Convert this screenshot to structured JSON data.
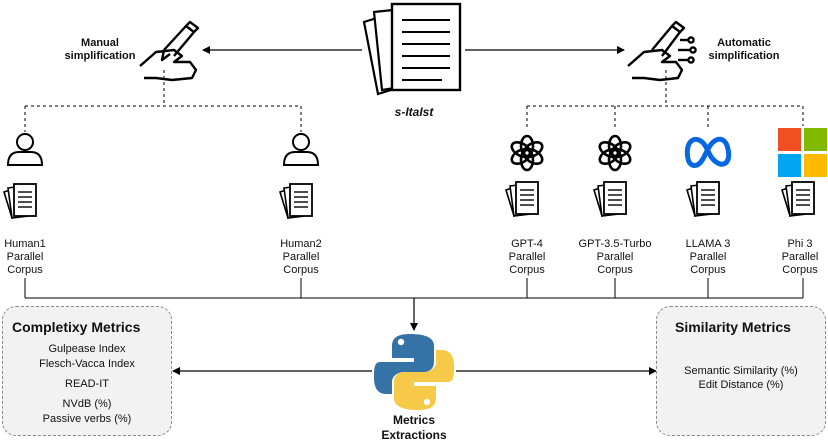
{
  "source": {
    "label": "s-ItaIst"
  },
  "branches": {
    "manual": {
      "label_line1": "Manual",
      "label_line2": "simplification"
    },
    "automatic": {
      "label_line1": "Automatic",
      "label_line2": "simplification"
    }
  },
  "corpora": [
    {
      "line1": "Human1",
      "line2": "Parallel",
      "line3": "Corpus",
      "icon": "person-icon"
    },
    {
      "line1": "Human2",
      "line2": "Parallel",
      "line3": "Corpus",
      "icon": "person-icon"
    },
    {
      "line1": "GPT-4",
      "line2": "Parallel",
      "line3": "Corpus",
      "icon": "openai-logo-icon"
    },
    {
      "line1": "GPT-3.5-Turbo",
      "line2": "Parallel",
      "line3": "Corpus",
      "icon": "openai-logo-icon"
    },
    {
      "line1": "LLAMA 3",
      "line2": "Parallel",
      "line3": "Corpus",
      "icon": "meta-logo-icon"
    },
    {
      "line1": "Phi 3",
      "line2": "Parallel",
      "line3": "Corpus",
      "icon": "microsoft-logo-icon"
    }
  ],
  "complexity": {
    "title": "Completixy Metrics",
    "items": [
      "Gulpease Index",
      "Flesch-Vacca Index",
      "READ-IT",
      "NVdB (%)",
      "Passive verbs (%)"
    ]
  },
  "similarity": {
    "title": "Similarity Metrics",
    "items": [
      "Semantic Similarity (%)",
      "Edit Distance (%)"
    ]
  },
  "extraction": {
    "line1": "Metrics",
    "line2": "Extractions",
    "icon": "python-logo-icon"
  },
  "colors": {
    "box_fill": "#f2f2f2",
    "python_blue": "#3572a5",
    "python_yellow": "#f7c948",
    "meta_blue": "#0668e1",
    "ms_red": "#f25022",
    "ms_green": "#7fba00",
    "ms_blue": "#00a4ef",
    "ms_yellow": "#ffb900"
  }
}
